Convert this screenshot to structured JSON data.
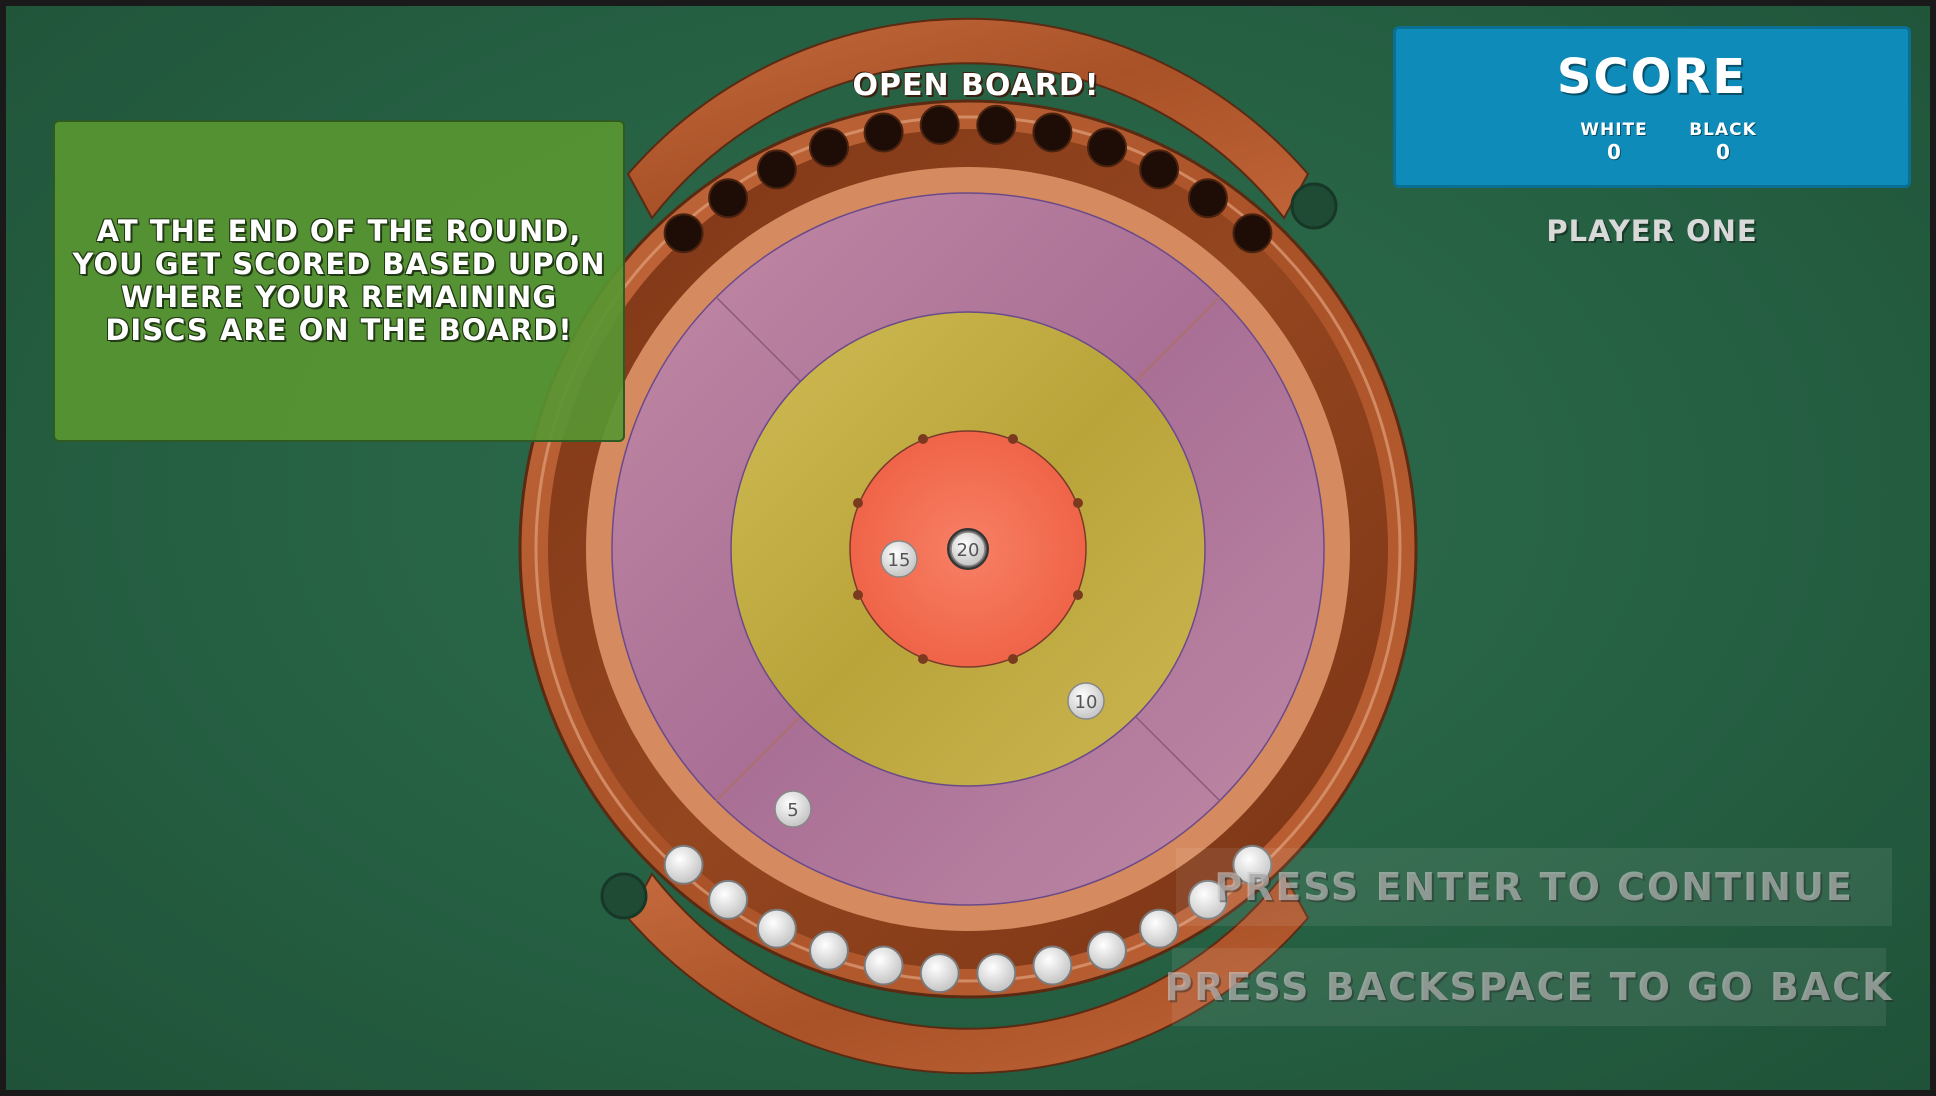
{
  "hud": {
    "banner": "OPEN BOARD!",
    "tutorial_text": "AT THE END OF THE ROUND, YOU GET SCORED BASED UPON WHERE YOUR REMAINING DISCS ARE ON THE BOARD!",
    "score_title": "SCORE",
    "white_label": "WHITE",
    "white_score": "0",
    "black_label": "BLACK",
    "black_score": "0",
    "current_player": "PLAYER ONE",
    "continue_prompt": "PRESS ENTER TO CONTINUE",
    "back_prompt": "PRESS BACKSPACE TO GO BACK"
  },
  "board": {
    "zone_values": [
      "20",
      "15",
      "10",
      "5"
    ],
    "colors": {
      "table": "#255f42",
      "center_zone": "#f5765a",
      "inner_ring": "#c9b348",
      "outer_ring": "#b57a9e",
      "wood_light": "#d9845a",
      "wood_dark": "#8a3f1e",
      "tutorial_panel": "#5a9632",
      "score_panel": "#0e8bb8"
    }
  }
}
